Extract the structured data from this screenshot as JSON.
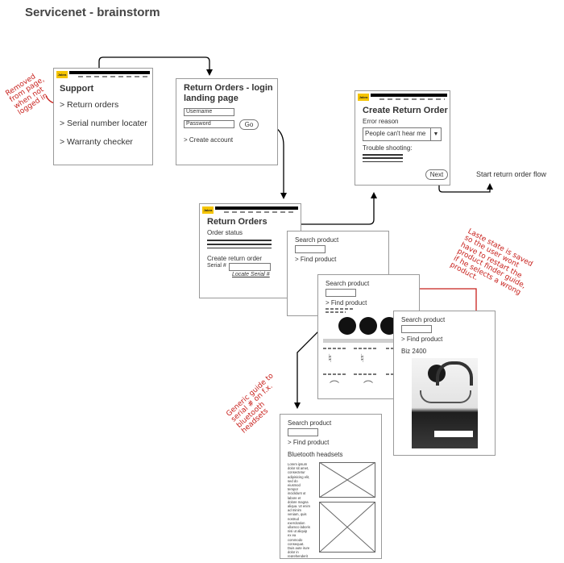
{
  "page": {
    "title": "Servicenet - brainstorm"
  },
  "logo_text": "Jabra",
  "support_page": {
    "title": "Support",
    "items": [
      "> Return orders",
      "> Serial number locater",
      "> Warranty checker"
    ]
  },
  "login_page": {
    "title_line1": "Return Orders - login",
    "title_line2": "landing page",
    "username_placeholder": "Username",
    "password_placeholder": "Password",
    "go_label": "Go",
    "create_account": "> Create account"
  },
  "create_return": {
    "title": "Create Return Order",
    "error_label": "Error reason",
    "error_value": "People can't hear me",
    "trouble_label": "Trouble shooting:",
    "next_label": "Next"
  },
  "start_flow_label": "Start return order flow",
  "return_orders": {
    "title": "Return Orders",
    "order_status": "Order status",
    "create_label": "Create return order",
    "serial_label": "Serial #",
    "locate_link": "Locate Serial #"
  },
  "search1": {
    "title": "Search product",
    "find": "> Find product"
  },
  "search2": {
    "title": "Search product",
    "find": "> Find product"
  },
  "search3": {
    "title": "Search product",
    "find": "> Find product",
    "product": "Biz 2400"
  },
  "search4": {
    "title": "Search product",
    "find": "> Find product",
    "category": "Bluetooth headsets",
    "lorem": "Lorem ipsum dolor sit amet, consectetur adipisicing elit, sed do eiusmod tempor incididunt ut labore et dolore magna aliqua. Ut enim ad minim veniam, quis nostrud exercitation ullamco laboris nisi ut aliquip ex ea commodo consequat. Duis aute irure dolor in reprehenderit in voluptate velit esse cillum dolore eu fugiat nulla pariatur."
  },
  "annotations": {
    "removed": "Removed from page, when not logged in",
    "laste_state": "Laste state is saved so the user wont have to restart the product finder guide, if he selects a wrong product.",
    "generic_guide": "Generic guide to serial # on f.x. bluetooth headsets"
  },
  "colors": {
    "annotation_red": "#c8201c",
    "arrow_black": "#000000",
    "jabra_yellow": "#f5c400"
  }
}
